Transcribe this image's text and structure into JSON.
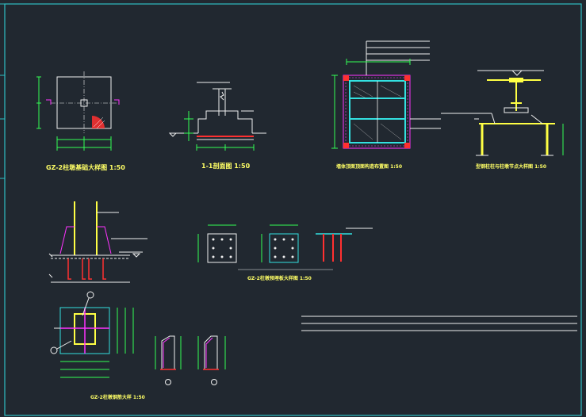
{
  "drawing": {
    "background": "#212830",
    "frame_color": "#2fbfc4",
    "labels": {
      "gz2_foundation": "GZ-2柱墩基础大样图 1:50",
      "section_1_1": "1-1剖面图 1:50",
      "wall_column_plan": "墙体顶面顶面构造布置图 1:50",
      "column_joint": "型钢柱柱与柱墩节点大样图 1:50",
      "gz2_base_plate": "GZ-2柱墩预埋板大样图 1:50",
      "gz2_stiffener": "GZ-2柱墩钢筋大样 1:50"
    },
    "callouts": [
      "①",
      "②",
      "①",
      "②"
    ],
    "colors": {
      "steel": "#ffff44",
      "rebar_red": "#ff3030",
      "magenta": "#ff33ff",
      "cyan": "#33e0e0",
      "white": "#f0f0f0",
      "dimension_green": "#33ff55"
    }
  }
}
